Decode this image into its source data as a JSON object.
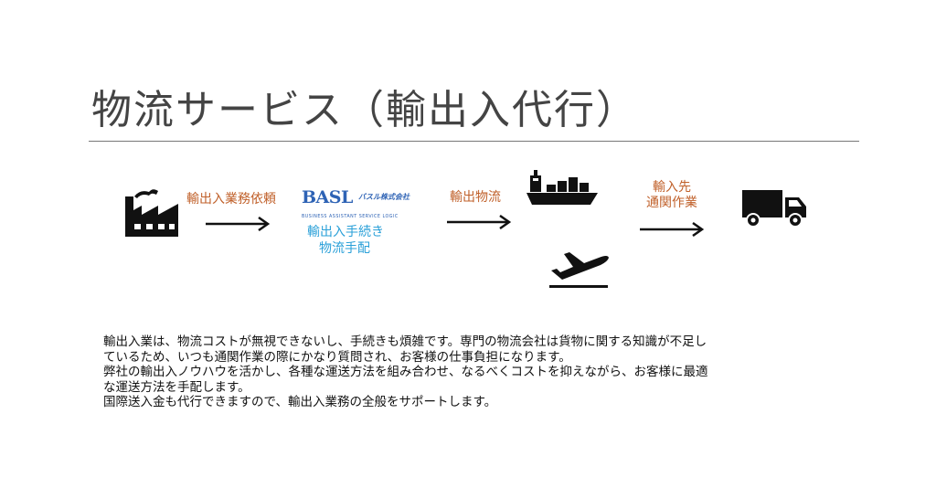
{
  "page": {
    "title": "物流サービス（輸出入代行）"
  },
  "flow": {
    "step1_label": "輸出入業務依頼",
    "company": {
      "logo_main": "BASL",
      "logo_sub": "バスル株式会社",
      "logo_tagline": "BUSINESS ASSISTANT SERVICE LOGIC",
      "note_line1": "輸出入手続き",
      "note_line2": "物流手配"
    },
    "step2_label": "輸出物流",
    "step3_label_line1": "輸入先",
    "step3_label_line2": "通関作業",
    "icons": [
      "factory-icon",
      "ship-icon",
      "airplane-icon",
      "truck-icon"
    ],
    "colors": {
      "label": "#c0602a",
      "company": "#2e63b5",
      "note": "#2aa0d8"
    }
  },
  "description": {
    "line1": "輸出入業は、物流コストが無視できないし、手続きも煩雑です。専門の物流会社は貨物に関する知識が不足し",
    "line2": "ているため、いつも通関作業の際にかなり質問され、お客様の仕事負担になります。",
    "line3": "弊社の輸出入ノウハウを活かし、各種な運送方法を組み合わせ、なるべくコストを抑えながら、お客様に最適",
    "line4": "な運送方法を手配します。",
    "line5": "国際送入金も代行できますので、輸出入業務の全般をサポートします。"
  }
}
